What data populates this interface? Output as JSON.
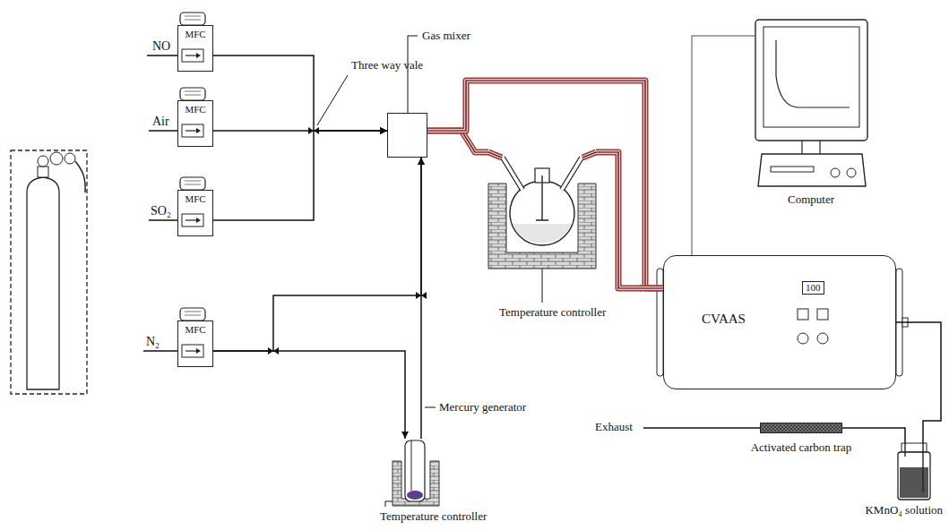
{
  "diagram": {
    "nodes": [
      {
        "text": [
          "MFC"
        ]
      },
      {
        "text": [
          "MFC"
        ]
      },
      {
        "text": [
          "MFC"
        ]
      },
      {
        "text": [
          "MFC"
        ]
      },
      {
        "text": [
          "Gas mixer"
        ]
      },
      {
        "text": [
          "Mercury generator",
          "Temperature controller"
        ]
      },
      {
        "text": [
          "Temperature controller"
        ]
      },
      {
        "text": [
          "Computer"
        ]
      },
      {
        "text": [
          "CVAAS",
          "100"
        ]
      },
      {
        "text": [
          "Activated carbon trap"
        ]
      },
      {
        "text": [
          "KMnO₄ solution"
        ]
      }
    ],
    "edges": [
      {
        "from": 0,
        "to": 4,
        "arrow": "to"
      },
      {
        "from": 1,
        "to": 4,
        "arrow": "to"
      },
      {
        "from": 2,
        "to": 4,
        "arrow": "to"
      },
      {
        "from": 3,
        "to": 5,
        "arrow": "to"
      },
      {
        "from": 3,
        "to": 4,
        "arrow": "to"
      },
      {
        "from": 5,
        "to": 4,
        "arrow": "to"
      },
      {
        "from": 4,
        "to": 6,
        "arrow": "none"
      },
      {
        "from": 4,
        "to": 8,
        "arrow": "none"
      },
      {
        "from": 6,
        "to": 8,
        "arrow": "none"
      },
      {
        "from": 8,
        "to": 7,
        "arrow": "none"
      },
      {
        "from": 8,
        "to": 10,
        "arrow": "none"
      },
      {
        "from": 10,
        "to": 9,
        "arrow": "none"
      }
    ],
    "labels": [
      "NO",
      "Air",
      "SO₂",
      "N₂",
      "Three way vale",
      "Exhaust"
    ]
  }
}
